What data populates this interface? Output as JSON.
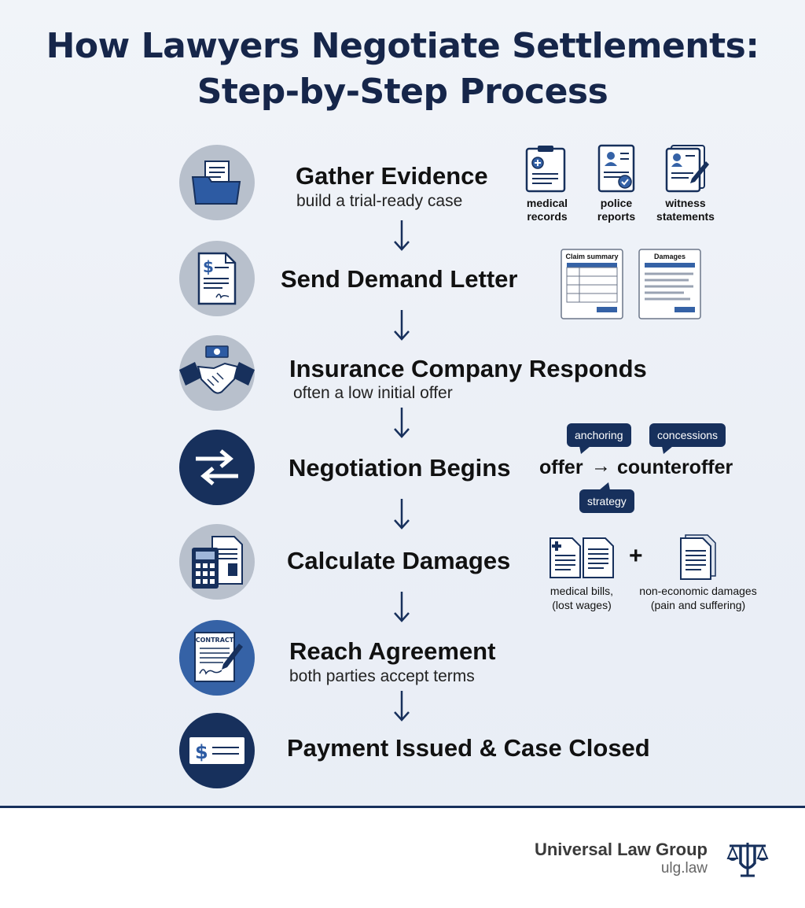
{
  "title_line1": "How Lawyers Negotiate Settlements:",
  "title_line2": "Step-by-Step Process",
  "steps": [
    {
      "title": "Gather Evidence",
      "subtitle": "build a trial-ready case"
    },
    {
      "title": "Send Demand Letter",
      "subtitle": ""
    },
    {
      "title": "Insurance Company Responds",
      "subtitle": "often a low initial offer"
    },
    {
      "title": "Negotiation Begins",
      "subtitle": ""
    },
    {
      "title": "Calculate Damages",
      "subtitle": ""
    },
    {
      "title": "Reach Agreement",
      "subtitle": "both parties accept terms"
    },
    {
      "title": "Payment Issued & Case Closed",
      "subtitle": ""
    }
  ],
  "evidence_items": [
    {
      "line1": "medical",
      "line2": "records"
    },
    {
      "line1": "police",
      "line2": "reports"
    },
    {
      "line1": "witness",
      "line2": "statements"
    }
  ],
  "demand_docs": {
    "claim_summary": "Claim summary",
    "damages": "Damages"
  },
  "negotiation": {
    "offer": "offer",
    "arrow": "→",
    "counteroffer": "counteroffer",
    "bubbles": [
      "anchoring",
      "concessions",
      "strategy"
    ]
  },
  "damages": {
    "plus": "+",
    "economic_line1": "medical bills,",
    "economic_line2": "(lost wages)",
    "noneconomic_line1": "non-economic damages",
    "noneconomic_line2": "(pain and suffering)"
  },
  "contract_label": "CONTRACT",
  "check_symbol": "$",
  "footer": {
    "brand": "Universal Law Group",
    "url": "ulg.law"
  },
  "colors": {
    "navy": "#17305c",
    "blue": "#3562a6",
    "gray": "#b8c0cc",
    "title": "#16264a"
  }
}
